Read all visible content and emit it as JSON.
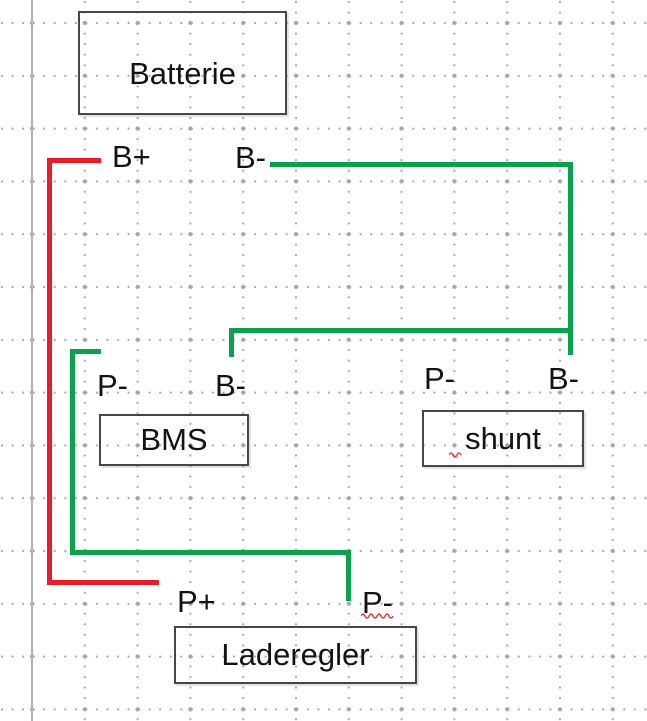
{
  "diagram": {
    "boxes": [
      {
        "id": "batterie",
        "label": "Batterie"
      },
      {
        "id": "bms",
        "label": "BMS"
      },
      {
        "id": "shunt",
        "label": "shunt"
      },
      {
        "id": "laderegler",
        "label": "Laderegler"
      }
    ],
    "pins": [
      {
        "component": "Batterie",
        "label": "B+"
      },
      {
        "component": "Batterie",
        "label": "B-"
      },
      {
        "component": "BMS",
        "label": "P-"
      },
      {
        "component": "BMS",
        "label": "B-"
      },
      {
        "component": "shunt",
        "label": "P-"
      },
      {
        "component": "shunt",
        "label": "B-"
      },
      {
        "component": "Laderegler",
        "label": "P+"
      },
      {
        "component": "Laderegler",
        "label": "P-"
      }
    ],
    "connections": [
      {
        "from": "Batterie B+",
        "to": "Laderegler P+",
        "wire": "red"
      },
      {
        "from": "Batterie B-",
        "to": "shunt B-",
        "wire": "green"
      },
      {
        "from": "Batterie B-",
        "to": "BMS B-",
        "wire": "green"
      },
      {
        "from": "BMS P-",
        "to": "Laderegler P-",
        "wire": "green"
      }
    ],
    "colors": {
      "wire_positive": "#e81d2c",
      "wire_negative": "#0ba14d",
      "box_border": "#474747",
      "text": "#131313",
      "grid_dot": "#a6a6a6",
      "margin_line": "#b2b2b2",
      "squiggle": "#ff1a1a"
    },
    "spellcheck_marks": [
      "Laderegler P-",
      "shunt"
    ]
  }
}
